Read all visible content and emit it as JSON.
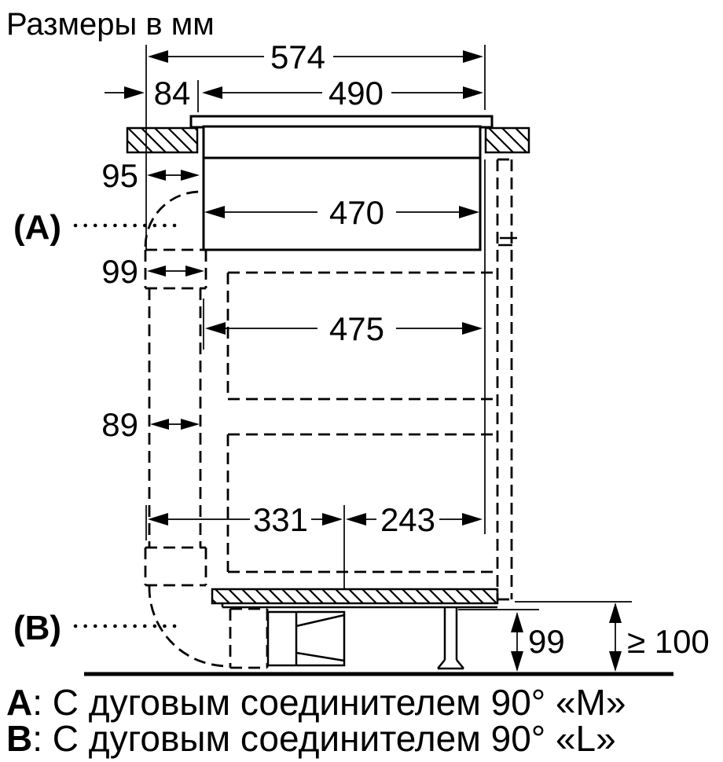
{
  "title": "Размеры в мм",
  "dims": {
    "top_width": "574",
    "offset_left": "84",
    "cutout_width": "490",
    "duct_a_width": "95",
    "body_width": "470",
    "duct_mid_width": "99",
    "cavity_width": "475",
    "duct_low_width": "89",
    "base_left": "331",
    "base_right": "243",
    "plinth_unit": "99",
    "plinth_min": "≥ 100"
  },
  "labels": {
    "a": "(A)",
    "b": "(B)"
  },
  "legend": [
    {
      "key": "A",
      "text": ": С дуговым соединителем 90° «M»"
    },
    {
      "key": "B",
      "text": ": С дуговым соединителем 90° «L»"
    }
  ],
  "colors": {
    "ink": "#000000",
    "paper": "#ffffff"
  }
}
